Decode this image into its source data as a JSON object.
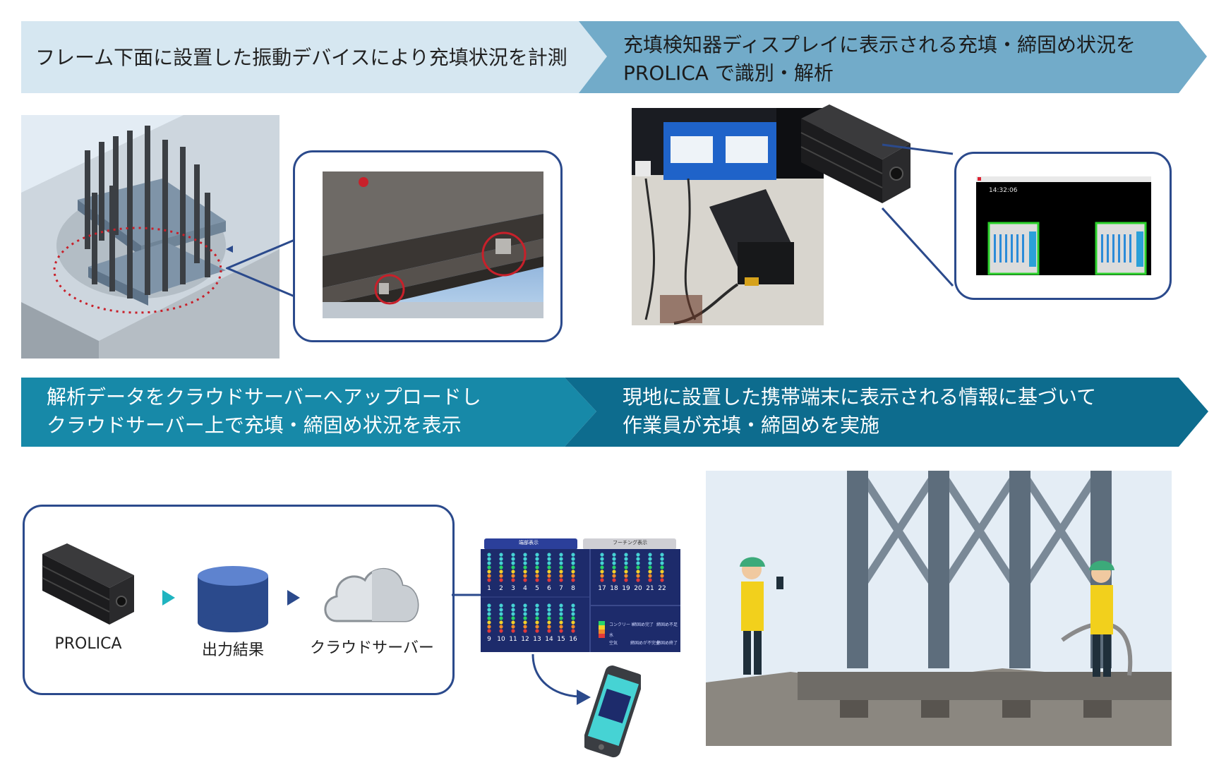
{
  "steps": [
    {
      "text": "フレーム下面に設置した振動デバイスにより充填状況を計測"
    },
    {
      "line1": "充填検知器ディスプレイに表示される充填・締固め状況を",
      "line2": "PROLICA で識別・解析"
    },
    {
      "line1": "解析データをクラウドサーバーへアップロードし",
      "line2": "クラウドサーバー上で充填・締固め状況を表示"
    },
    {
      "line1": "現地に設置した携帯端末に表示される情報に基づいて",
      "line2": "作業員が充填・締固めを実施"
    }
  ],
  "flow": {
    "device_label": "PROLICA",
    "output_label": "出力結果",
    "cloud_label": "クラウドサーバー"
  },
  "monitor": {
    "timestamp": "14:32:06"
  },
  "dashboard": {
    "tab_active": "端部表示",
    "tab_inactive": "フーチング表示",
    "top_left_numbers": [
      "1",
      "2",
      "3",
      "4",
      "5",
      "6",
      "7",
      "8"
    ],
    "top_right_numbers": [
      "17",
      "18",
      "19",
      "20",
      "21",
      "22"
    ],
    "bottom_left_numbers": [
      "9",
      "10",
      "11",
      "12",
      "13",
      "14",
      "15",
      "16"
    ],
    "legend": [
      "コンクリート",
      "水",
      "空気"
    ],
    "status": [
      "締固め完了",
      "締固め不足",
      "締固めが不完全",
      "締固め終了"
    ]
  },
  "colors": {
    "banner_light": "#cfe2ee",
    "banner_mid": "#6fa9c9",
    "banner_dark1": "#1789a8",
    "banner_dark2": "#0d6c8e",
    "panel_border": "#2b4a8c",
    "dashboard_bg": "#1d2b6b"
  }
}
